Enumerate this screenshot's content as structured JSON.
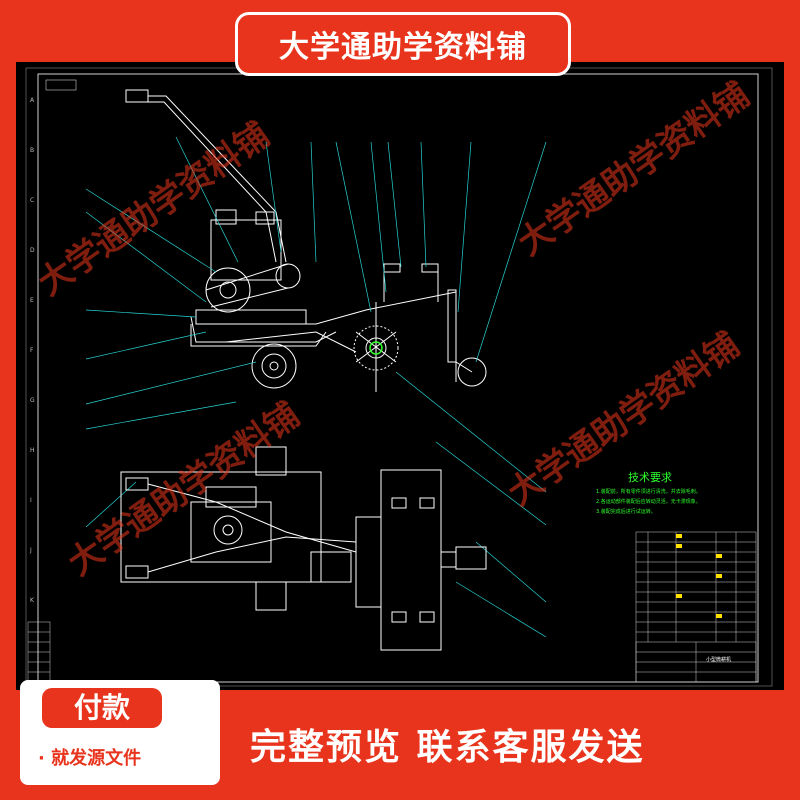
{
  "banner": {
    "title": "大学通助学资料铺"
  },
  "watermarks": [
    "大学通助学资料铺",
    "大学通助学资料铺",
    "大学通助学资料铺",
    "大学通助学资料铺"
  ],
  "drawing": {
    "tech_title": "技术要求",
    "tech_lines": [
      "1.装配前，所有零件须进行清洗，并去除毛刺。",
      "2.各运动部件装配后应转动灵活，无卡滞现象。",
      "3.装配完成后进行试运转。"
    ],
    "title_block_name": "小型微耕机"
  },
  "pay_box": {
    "title": "付款",
    "subtitle": "· 就发源文件"
  },
  "bottom": {
    "text": "完整预览  联系客服发送"
  }
}
